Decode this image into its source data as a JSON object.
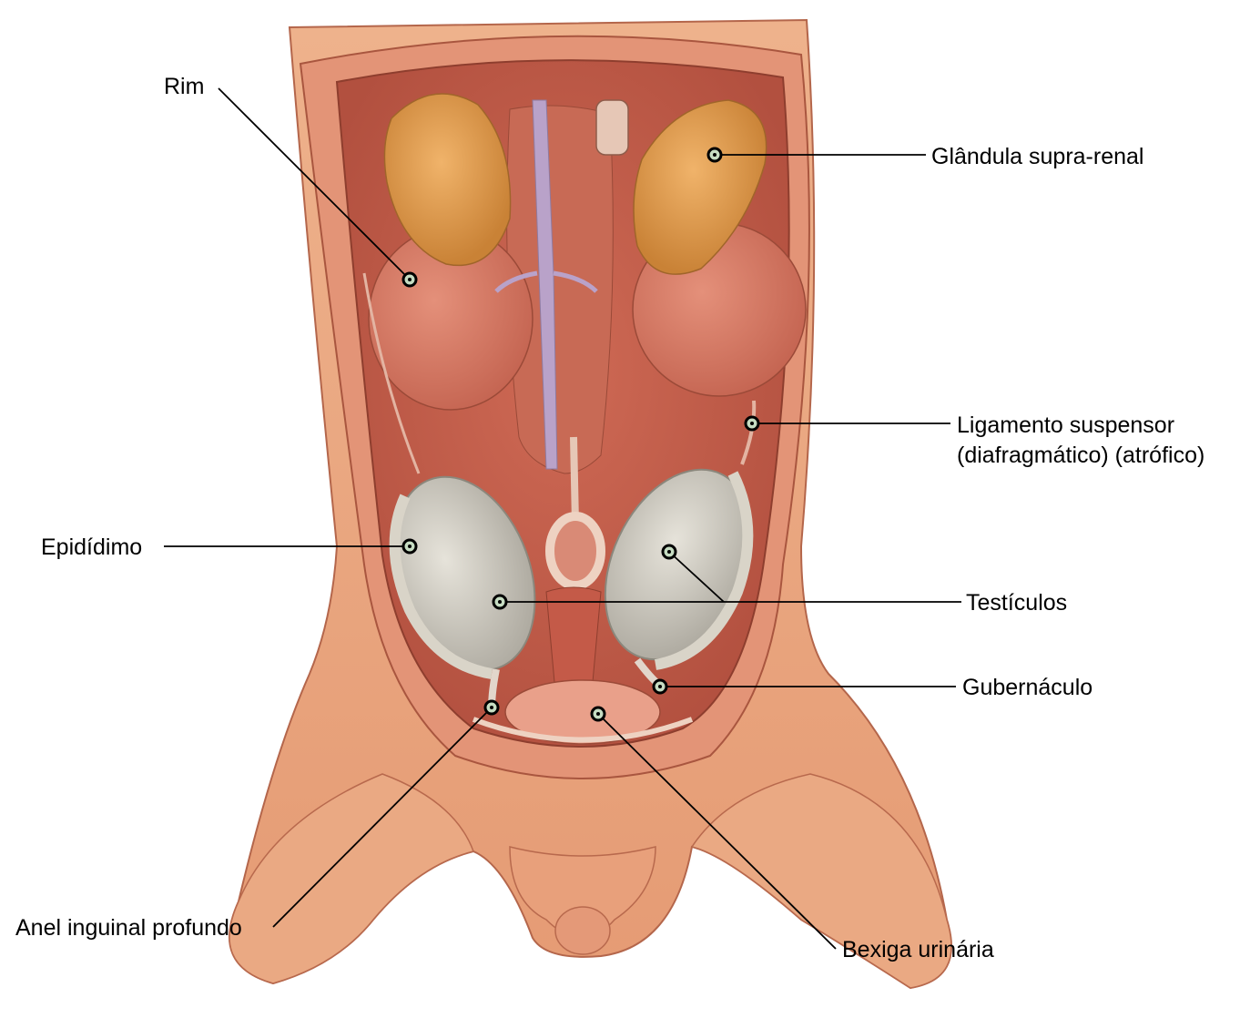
{
  "figure": {
    "subject": "fetal abdominal cavity, anterior view (dissection)",
    "colors": {
      "skin": "#e9a57d",
      "wall": "#d9806a",
      "cavity": "#c7604d",
      "kidney": "#e49a54",
      "testis": "#cfccc2",
      "aorta": "#b9a2c9",
      "leader": "#000000",
      "marker_fill": "#c6dcc2"
    }
  },
  "labels": {
    "rim": "Rim",
    "glandula": "Glândula supra-renal",
    "ligamento_1": "Ligamento suspensor",
    "ligamento_2": "(diafragmático) (atrófico)",
    "epididimo": "Epidídimo",
    "testiculos": "Testículos",
    "gubernaculo": "Gubernáculo",
    "anel": "Anel inguinal profundo",
    "bexiga": "Bexiga urinária"
  }
}
